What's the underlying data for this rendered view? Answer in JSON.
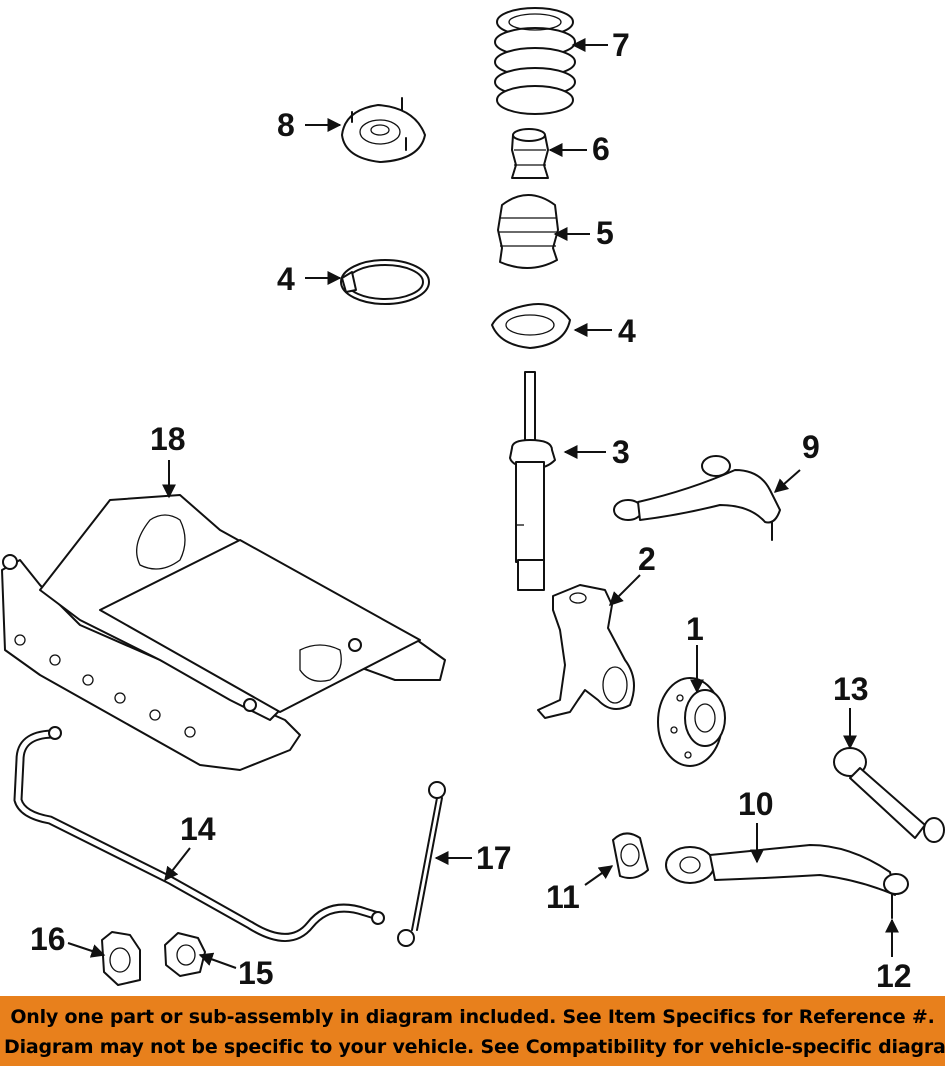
{
  "callouts": {
    "c1": "1",
    "c2": "2",
    "c3": "3",
    "c4a": "4",
    "c4b": "4",
    "c5": "5",
    "c6": "6",
    "c7": "7",
    "c8": "8",
    "c9": "9",
    "c10": "10",
    "c11": "11",
    "c12": "12",
    "c13": "13",
    "c14": "14",
    "c15": "15",
    "c16": "16",
    "c17": "17",
    "c18": "18"
  },
  "banner": {
    "line1": "Only one part or sub-assembly in diagram included. See Item Specifics for Reference #.",
    "line2": "Diagram may not be specific to your vehicle. See Compatibility for vehicle-specific diagrams."
  },
  "colors": {
    "banner_bg": "#e8801c",
    "line": "#111111"
  }
}
